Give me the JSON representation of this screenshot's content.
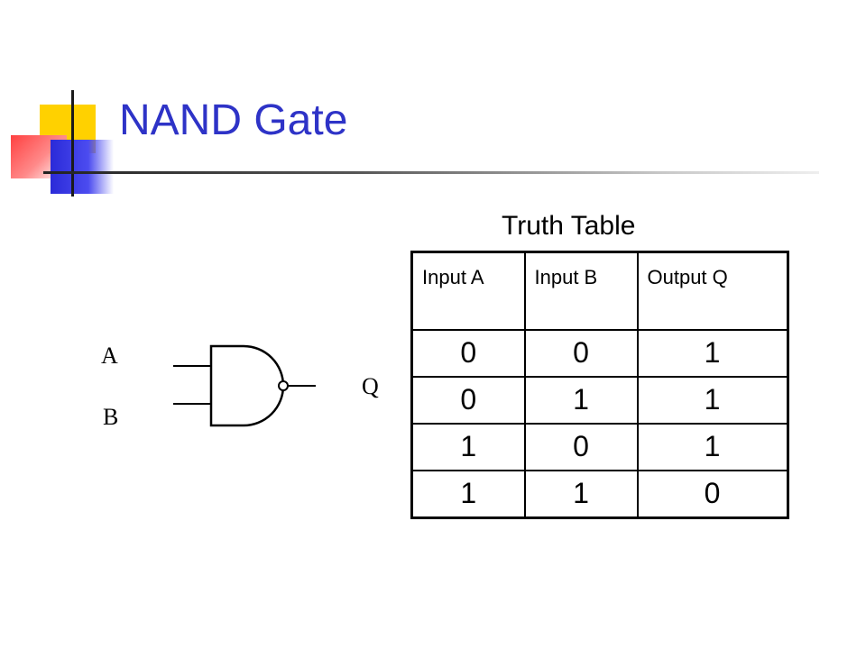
{
  "slide": {
    "title": "NAND Gate"
  },
  "truth_table": {
    "caption": "Truth Table",
    "headers": [
      "Input A",
      "Input B",
      "Output Q"
    ],
    "rows": [
      [
        "0",
        "0",
        "1"
      ],
      [
        "0",
        "1",
        "1"
      ],
      [
        "1",
        "0",
        "1"
      ],
      [
        "1",
        "1",
        "0"
      ]
    ]
  },
  "gate": {
    "type": "NAND",
    "input_labels": [
      "A",
      "B"
    ],
    "output_label": "Q"
  },
  "colors": {
    "title": "#2e33c7",
    "accent_yellow": "#ffd100",
    "accent_red": "#ff4040",
    "accent_blue": "#2a2ad8"
  }
}
